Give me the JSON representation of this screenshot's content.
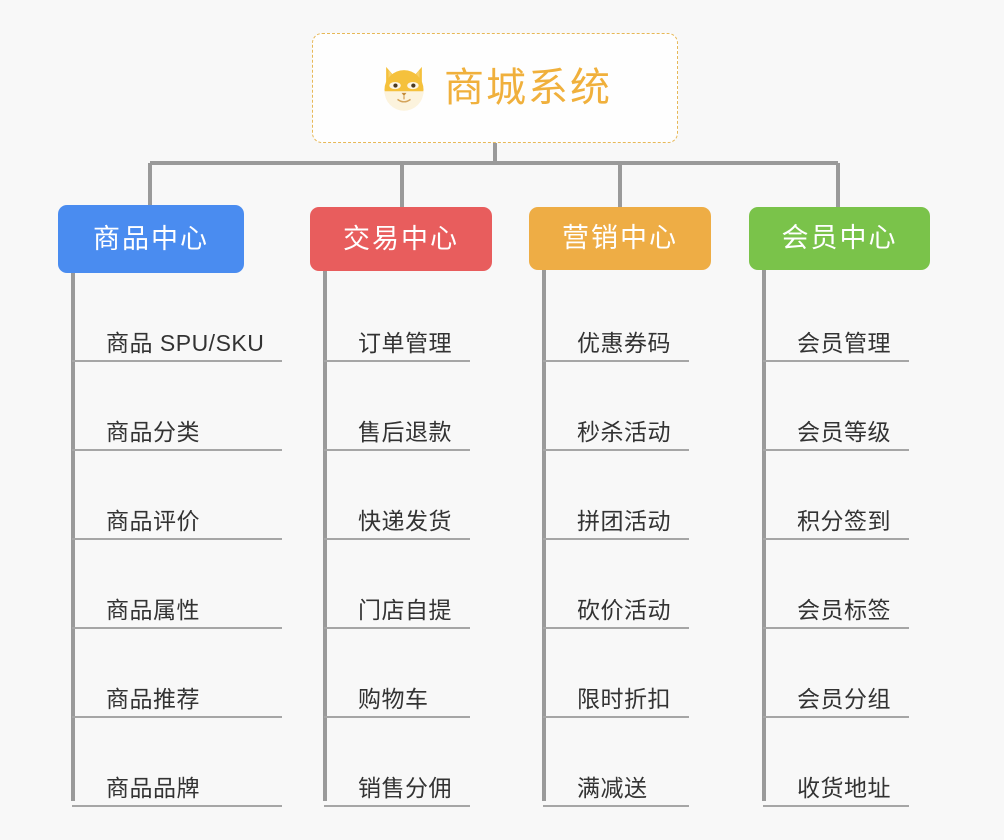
{
  "diagram": {
    "type": "org-chart",
    "background_color": "#f8f8f8",
    "connector_color": "#9a9a9a",
    "root": {
      "title": "商城系统",
      "icon": "shiba-dog-face-icon",
      "text_color": "#f0b03c",
      "border_color": "#e7b857",
      "background_color": "#fefefe"
    },
    "categories": [
      {
        "label": "商品中心",
        "color": "#4a8cf0",
        "items": [
          "商品 SPU/SKU",
          "商品分类",
          "商品评价",
          "商品属性",
          "商品推荐",
          "商品品牌"
        ]
      },
      {
        "label": "交易中心",
        "color": "#e85d5d",
        "items": [
          "订单管理",
          "售后退款",
          "快递发货",
          "门店自提",
          "购物车",
          "销售分佣"
        ]
      },
      {
        "label": "营销中心",
        "color": "#eead45",
        "items": [
          "优惠券码",
          "秒杀活动",
          "拼团活动",
          "砍价活动",
          "限时折扣",
          "满减送"
        ]
      },
      {
        "label": "会员中心",
        "color": "#7ac34a",
        "items": [
          "会员管理",
          "会员等级",
          "积分签到",
          "会员标签",
          "会员分组",
          "收货地址"
        ]
      }
    ]
  }
}
